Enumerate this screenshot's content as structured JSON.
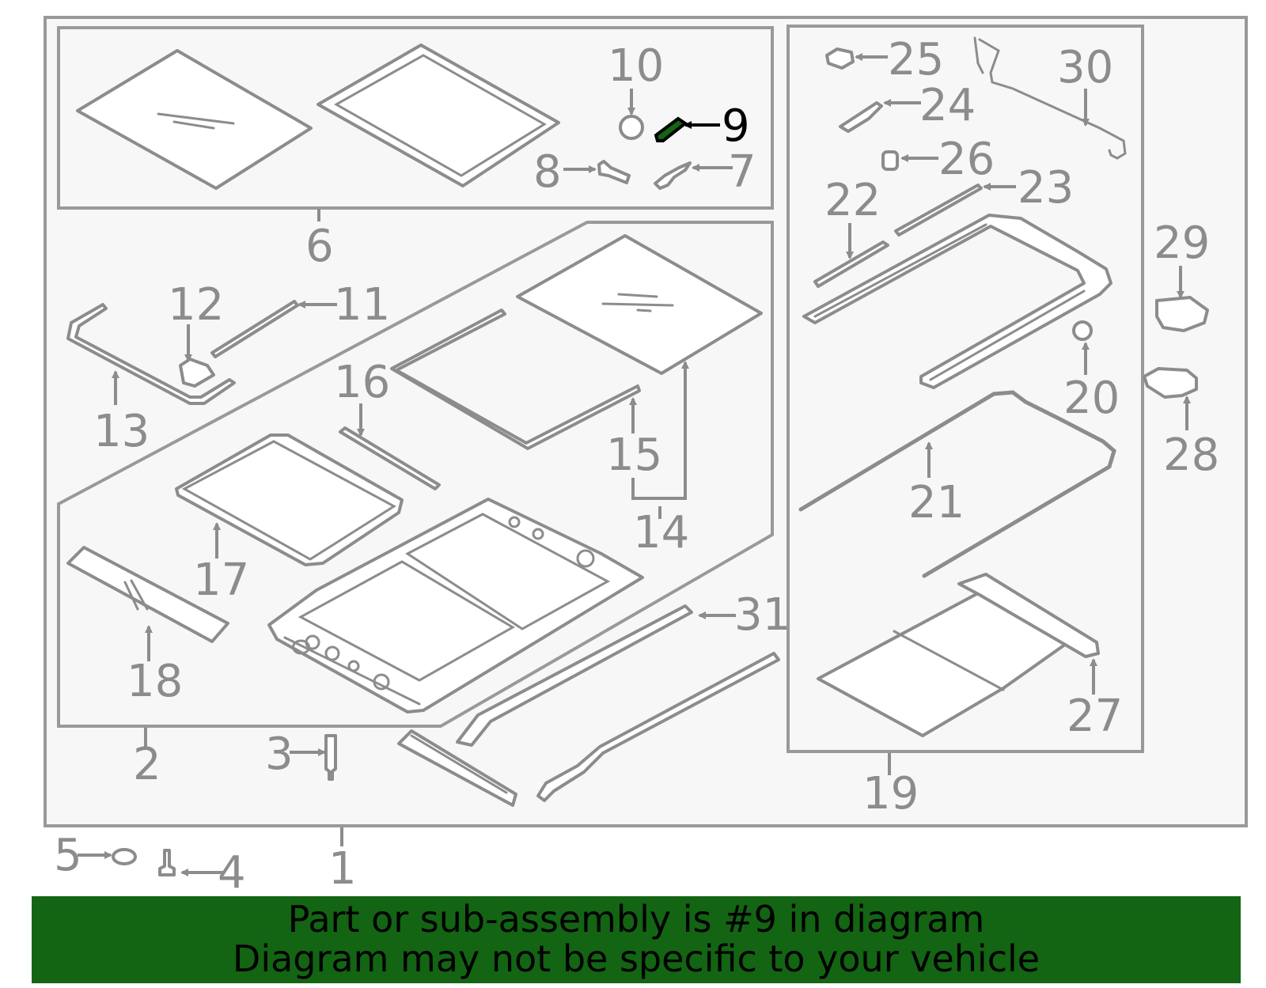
{
  "diagram": {
    "highlight_color": "#136413",
    "highlighted_part": "9",
    "callouts": {
      "c1": "1",
      "c2": "2",
      "c3": "3",
      "c4": "4",
      "c5": "5",
      "c6": "6",
      "c7": "7",
      "c8": "8",
      "c9": "9",
      "c10": "10",
      "c11": "11",
      "c12": "12",
      "c13": "13",
      "c14": "14",
      "c15": "15",
      "c16": "16",
      "c17": "17",
      "c18": "18",
      "c19": "19",
      "c20": "20",
      "c21": "21",
      "c22": "22",
      "c23": "23",
      "c24": "24",
      "c25": "25",
      "c26": "26",
      "c27": "27",
      "c28": "28",
      "c29": "29",
      "c30": "30",
      "c31": "31"
    }
  },
  "banner": {
    "line1": "Part or sub-assembly is #9 in diagram",
    "line2": "Diagram may not be specific to your vehicle"
  }
}
